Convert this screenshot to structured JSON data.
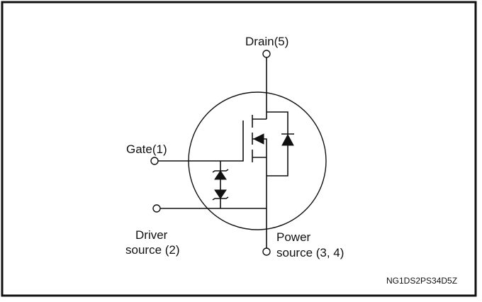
{
  "labels": {
    "drain": "Drain(5)",
    "gate": "Gate(1)",
    "driver_line1": "Driver",
    "driver_line2": "source (2)",
    "power_line1": "Power",
    "power_line2": "source (3, 4)"
  },
  "reference_code": "NG1DS2PS34D5Z"
}
